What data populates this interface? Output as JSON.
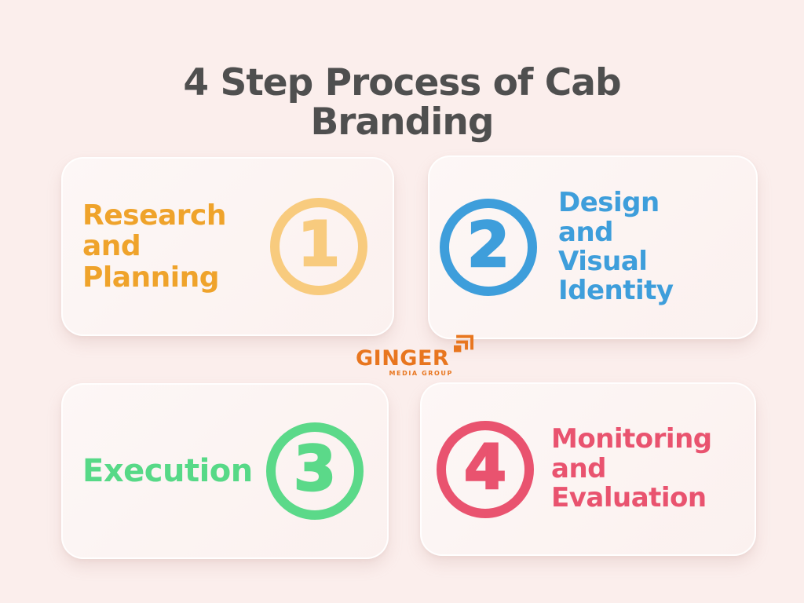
{
  "background_color": "#FBEEEC",
  "title": {
    "text": "4 Step Process of Cab\nBranding",
    "color": "#4F4F4F"
  },
  "logo": {
    "brand": "GINGER",
    "tagline": "MEDIA GROUP",
    "color": "#E8761F",
    "icon": "nested-squares-growth-icon"
  },
  "steps": [
    {
      "number": "1",
      "label": "Research\nand\nPlanning",
      "text_color": "#EFA32B",
      "circle_color": "#F8CB7E",
      "circle_position": "right"
    },
    {
      "number": "2",
      "label": "Design\nand\nVisual\nIdentity",
      "text_color": "#3E9EDB",
      "circle_color": "#3E9EDB",
      "circle_position": "left"
    },
    {
      "number": "3",
      "label": "Execution",
      "text_color": "#57D987",
      "circle_color": "#5BD989",
      "circle_position": "right"
    },
    {
      "number": "4",
      "label": "Monitoring\nand\nEvaluation",
      "text_color": "#E9536F",
      "circle_color": "#E9536F",
      "circle_position": "left"
    }
  ]
}
